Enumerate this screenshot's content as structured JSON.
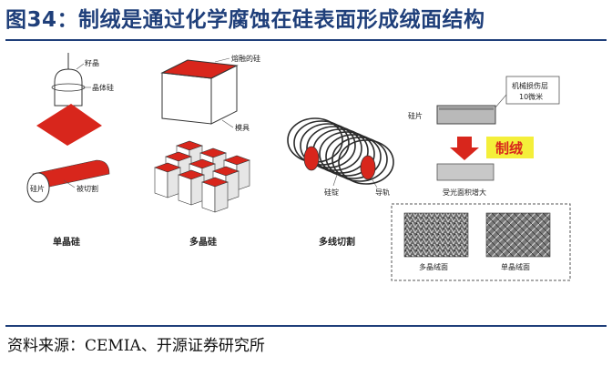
{
  "title": "图34：制绒是通过化学腐蚀在硅表面形成绒面结构",
  "source": "资料来源：CEMIA、开源证券研究所",
  "figure": {
    "mono": {
      "seed_label": "籽晶",
      "ingot_label": "晶体硅",
      "slice_label": "硅片",
      "cut_label": "被切割",
      "caption": "单晶硅"
    },
    "multi": {
      "melt_label": "熔融的硅",
      "mold_label": "模具",
      "caption": "多晶硅"
    },
    "wire": {
      "wafer_label": "硅锭",
      "guide_label": "导轨",
      "caption": "多线切割"
    },
    "texture": {
      "wafer_label": "硅片",
      "damage_label_line1": "机械损伤层",
      "damage_label_line2": "10微米",
      "process_label": "制绒",
      "result_label": "受光面积增大",
      "multi_surface_label": "多晶绒面",
      "mono_surface_label": "单晶绒面"
    }
  },
  "colors": {
    "title": "#1f3f7a",
    "accent_red": "#d8261c",
    "process_badge": "#f4ef3a"
  }
}
